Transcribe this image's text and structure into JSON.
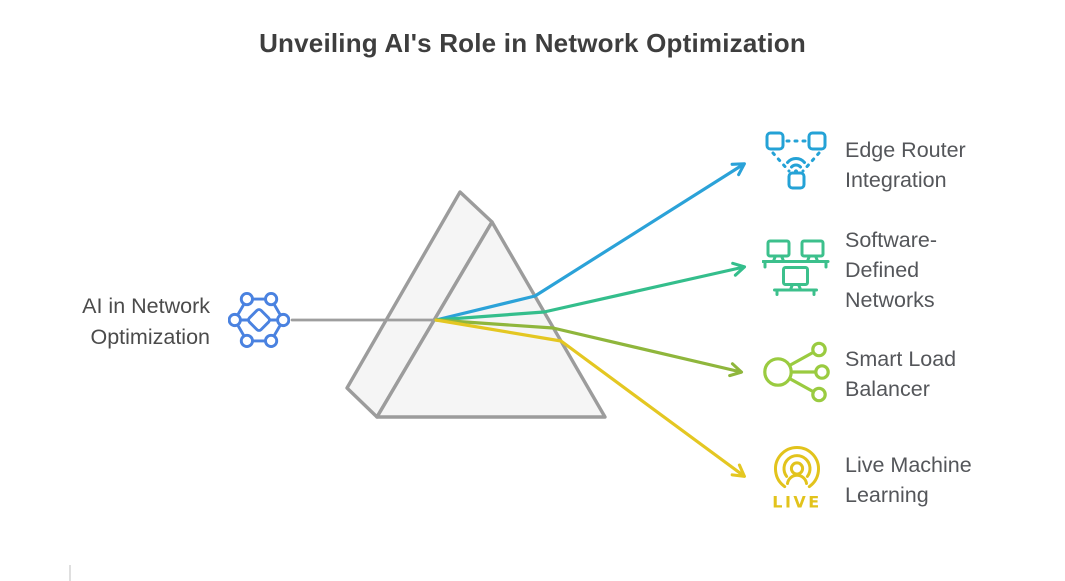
{
  "title": "Unveiling AI's Role in Network Optimization",
  "source": {
    "lines": [
      "AI in Network",
      "Optimization"
    ],
    "icon": "network-hub-icon"
  },
  "outputs": [
    {
      "id": "edge-router-integration",
      "lines": [
        "Edge Router",
        "Integration"
      ],
      "icon": "edge-router-icon"
    },
    {
      "id": "software-defined-networks",
      "lines": [
        "Software-",
        "Defined",
        "Networks"
      ],
      "icon": "sdn-monitors-icon"
    },
    {
      "id": "smart-load-balancer",
      "lines": [
        "Smart Load",
        "Balancer"
      ],
      "icon": "load-balancer-icon"
    },
    {
      "id": "live-machine-learning",
      "lines": [
        "Live Machine",
        "Learning"
      ],
      "icon": "live-broadcast-icon",
      "badge": "LIVE"
    }
  ],
  "colors": {
    "ray-blue": "#2BA2D8",
    "ray-green": "#34BE8C",
    "ray-olive": "#8FB63C",
    "ray-yellow": "#E4C722",
    "icon-blue": "#24A2D6",
    "icon-green": "#3CC08C",
    "icon-olive": "#9ACB40",
    "icon-gold": "#E2C31C",
    "hub-blue": "#4A82E0",
    "prism-stroke": "#9C9C9C",
    "prism-fill": "#F4F4F4",
    "line-gray": "#9E9E9E",
    "title-color": "#3E3E3E",
    "label-color": "#54565A",
    "source-label-color": "#4B4B4B"
  }
}
